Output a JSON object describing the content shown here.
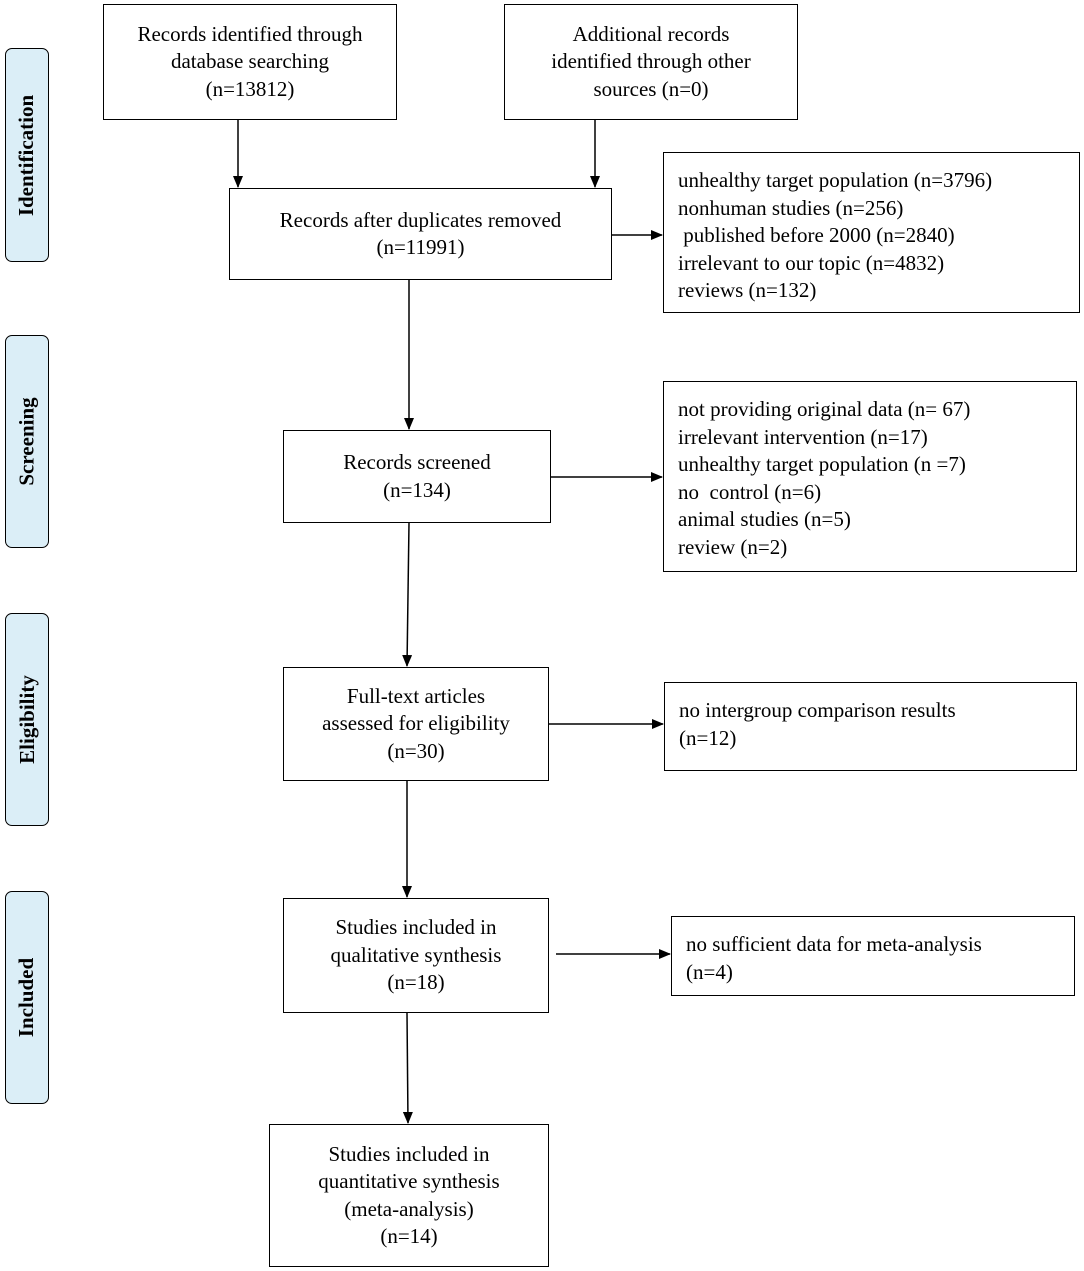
{
  "phases": {
    "identification": "Identification",
    "screening": "Screening",
    "eligibility": "Eligibility",
    "included": "Included"
  },
  "boxes": {
    "database": [
      "Records identified through",
      "database searching",
      "(n=13812)"
    ],
    "other_sources": [
      "Additional records",
      "identified through other",
      "sources (n=0)"
    ],
    "after_duplicates": [
      "Records after duplicates removed",
      "(n=11991)"
    ],
    "screened": [
      "Records screened",
      "(n=134)"
    ],
    "fulltext": [
      "Full-text articles",
      "assessed for eligibility",
      "(n=30)"
    ],
    "qualitative": [
      "Studies included in",
      "qualitative synthesis",
      "(n=18)"
    ],
    "quantitative": [
      "Studies included in",
      "quantitative synthesis",
      "(meta-analysis)",
      "(n=14)"
    ]
  },
  "exclusions": {
    "identification": [
      "unhealthy target population (n=3796)",
      "nonhuman studies (n=256)",
      " published before 2000 (n=2840)",
      "irrelevant to our topic (n=4832)",
      "reviews (n=132)"
    ],
    "screening": [
      "not providing original data (n= 67)",
      "irrelevant intervention (n=17)",
      "unhealthy target population (n =7)",
      "no  control (n=6)",
      "animal studies (n=5)",
      "review (n=2)"
    ],
    "eligibility": [
      "no intergroup comparison results",
      "(n=12)"
    ],
    "included": [
      "no sufficient data for meta-analysis",
      "(n=4)"
    ]
  }
}
